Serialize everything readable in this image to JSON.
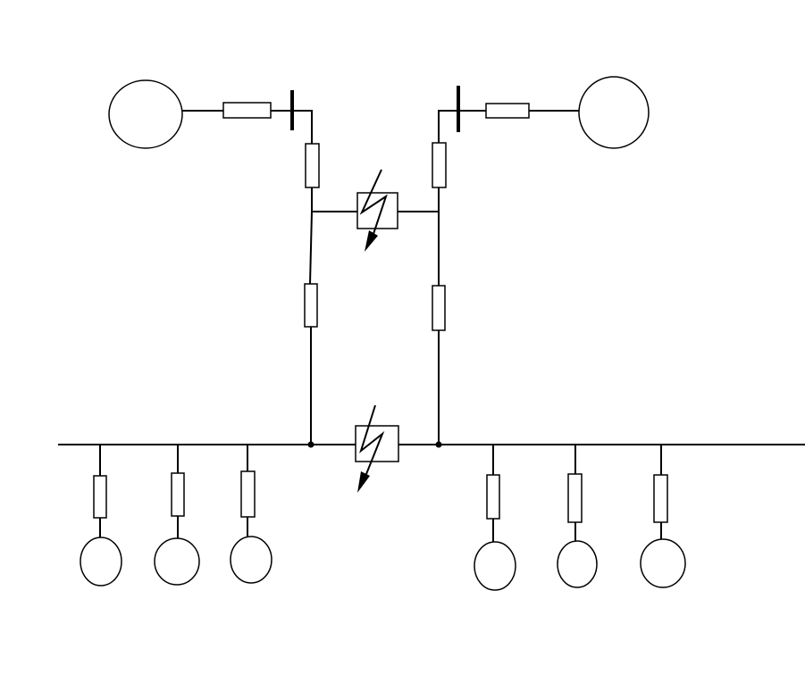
{
  "diagram": {
    "type": "single-line electrical schematic",
    "line_color": "#000000",
    "background_color": "#ffffff",
    "symbols": {
      "generators": 2,
      "loads": 6,
      "resistors": 12,
      "fault_markers": 2,
      "junction_nodes": 2
    }
  }
}
